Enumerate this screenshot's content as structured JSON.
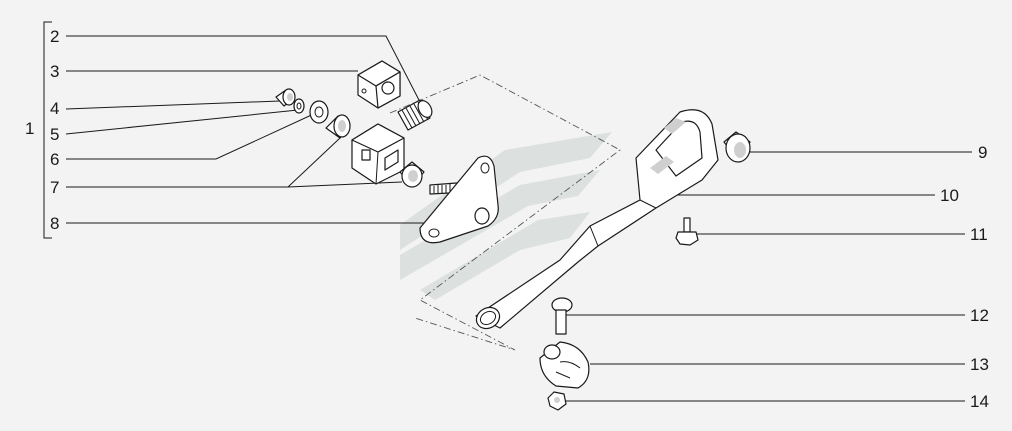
{
  "callouts": {
    "group": "1",
    "c2": "2",
    "c3": "3",
    "c4": "4",
    "c5": "5",
    "c6": "6",
    "c7": "7",
    "c8": "8",
    "c9": "9",
    "c10": "10",
    "c11": "11",
    "c12": "12",
    "c13": "13",
    "c14": "14"
  },
  "colors": {
    "background": "#f3f3f3",
    "line": "#1a1a1a",
    "watermark": "#c9cfcd"
  }
}
